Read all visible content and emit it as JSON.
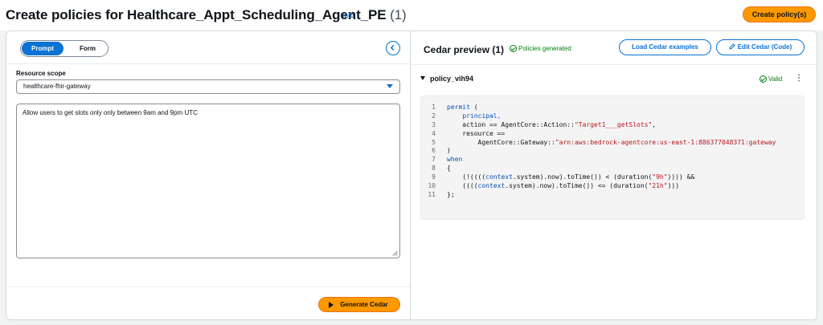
{
  "header": {
    "title": "Create policies for Healthcare_Appt_Scheduling_Agent_PE",
    "count": "(1)",
    "info_label": "Info",
    "primary_button": "Create policy(s)"
  },
  "left": {
    "tabs": [
      {
        "label": "Prompt",
        "active": true
      },
      {
        "label": "Form",
        "active": false
      }
    ],
    "resource_scope_label": "Resource scope",
    "resource_scope_value": "healthcare-fhir-gateway",
    "prompt_text": "Allow users to get slots only only between 9am and 9pm UTC",
    "generate_button": "Generate Cedar"
  },
  "right": {
    "title": "Cedar preview",
    "count": "(1)",
    "status": "Policies generated",
    "load_button": "Load Cedar examples",
    "edit_button": "Edit Cedar (Code)",
    "policy_name": "policy_vih94",
    "valid_label": "Valid"
  },
  "code": {
    "line_numbers": [
      "1",
      "2",
      "3",
      "4",
      "5",
      "6",
      "7",
      "8",
      "9",
      "10",
      "11"
    ],
    "l1": [
      "permit",
      " ("
    ],
    "l2": "principal,",
    "l3": [
      "action == AgentCore::Action::",
      "\"Target1___getSlots\"",
      ","
    ],
    "l4": "resource ==",
    "l5": [
      "AgentCore::Gateway::",
      "\"arn:aws:bedrock-agentcore:us-east-1:886377048371:gateway"
    ],
    "l6": ")",
    "l7": "when",
    "l8": "{",
    "l9": [
      "(!((((",
      "context",
      ".system).now).toTime()) < (duration(",
      "\"9h\"",
      ")))) &&"
    ],
    "l10": [
      "((((",
      "context",
      ".system).now).toTime()) <= (duration(",
      "\"21h\"",
      ")))"
    ],
    "l11": "};"
  },
  "colors": {
    "accent": "#0972d3",
    "primary_orange": "#ff9900",
    "success": "#037f0c"
  },
  "icons": [
    "chevron-left-icon",
    "caret-down-icon",
    "play-icon",
    "pencil-icon",
    "check-circle-icon",
    "kebab-icon",
    "grip-icon",
    "resize-icon"
  ]
}
